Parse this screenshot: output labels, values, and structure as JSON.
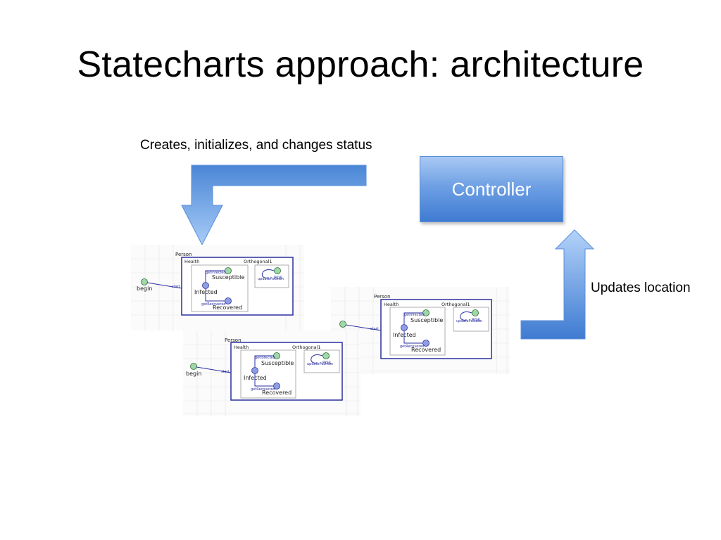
{
  "slide": {
    "title": "Statecharts approach: architecture",
    "caption_top": "Creates, initializes, and changes status",
    "caption_right": "Updates location",
    "controller_label": "Controller"
  },
  "statechart": {
    "person": "Person",
    "health": "Health",
    "orthogonal": "Orthogonal1",
    "begin": "begin",
    "susceptible": "Susceptible",
    "infected": "Infected",
    "recovered": "Recovered",
    "get_infected": "getInfected",
    "get_recovered": "getRecovered",
    "update_position": "updatePosition",
    "pos": "POS",
    "start": "start"
  },
  "colors": {
    "arrow_top": "#4a86d6",
    "arrow_light": "#9cc3f5",
    "chart_border": "#2b2fa0",
    "node_green": "#9fd8a6",
    "node_blue": "#8f9ee0"
  }
}
